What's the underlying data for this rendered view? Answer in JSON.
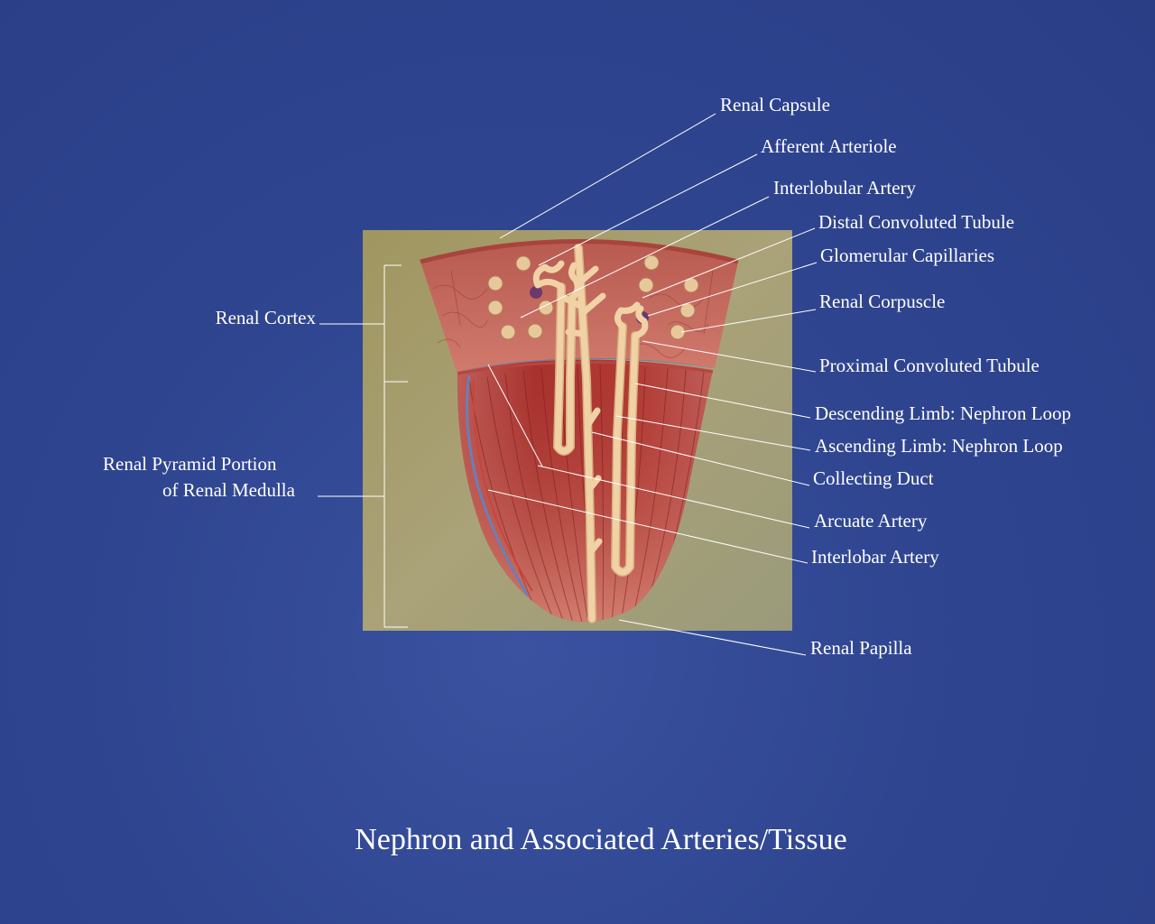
{
  "title": "Nephron and Associated Arteries/Tissue",
  "labels_right": [
    "Renal Capsule",
    "Afferent Arteriole",
    "Interlobular Artery",
    "Distal Convoluted Tubule",
    "Glomerular Capillaries",
    "Renal Corpuscle",
    "Proximal Convoluted Tubule",
    "Descending Limb: Nephron Loop",
    "Ascending Limb: Nephron Loop",
    "Collecting Duct",
    "Arcuate Artery",
    "Interlobar Artery",
    "Renal Papilla"
  ],
  "labels_left": {
    "cortex": "Renal Cortex",
    "pyramid_line1": "Renal Pyramid Portion",
    "pyramid_line2": "of Renal Medulla"
  },
  "colors": {
    "background": "#2f4590",
    "photo_backdrop": "#a39a68",
    "cortex": "#c86a60",
    "medulla": "#b8453f",
    "tubule": "#f0cfa0",
    "label_text": "#ffffff"
  }
}
